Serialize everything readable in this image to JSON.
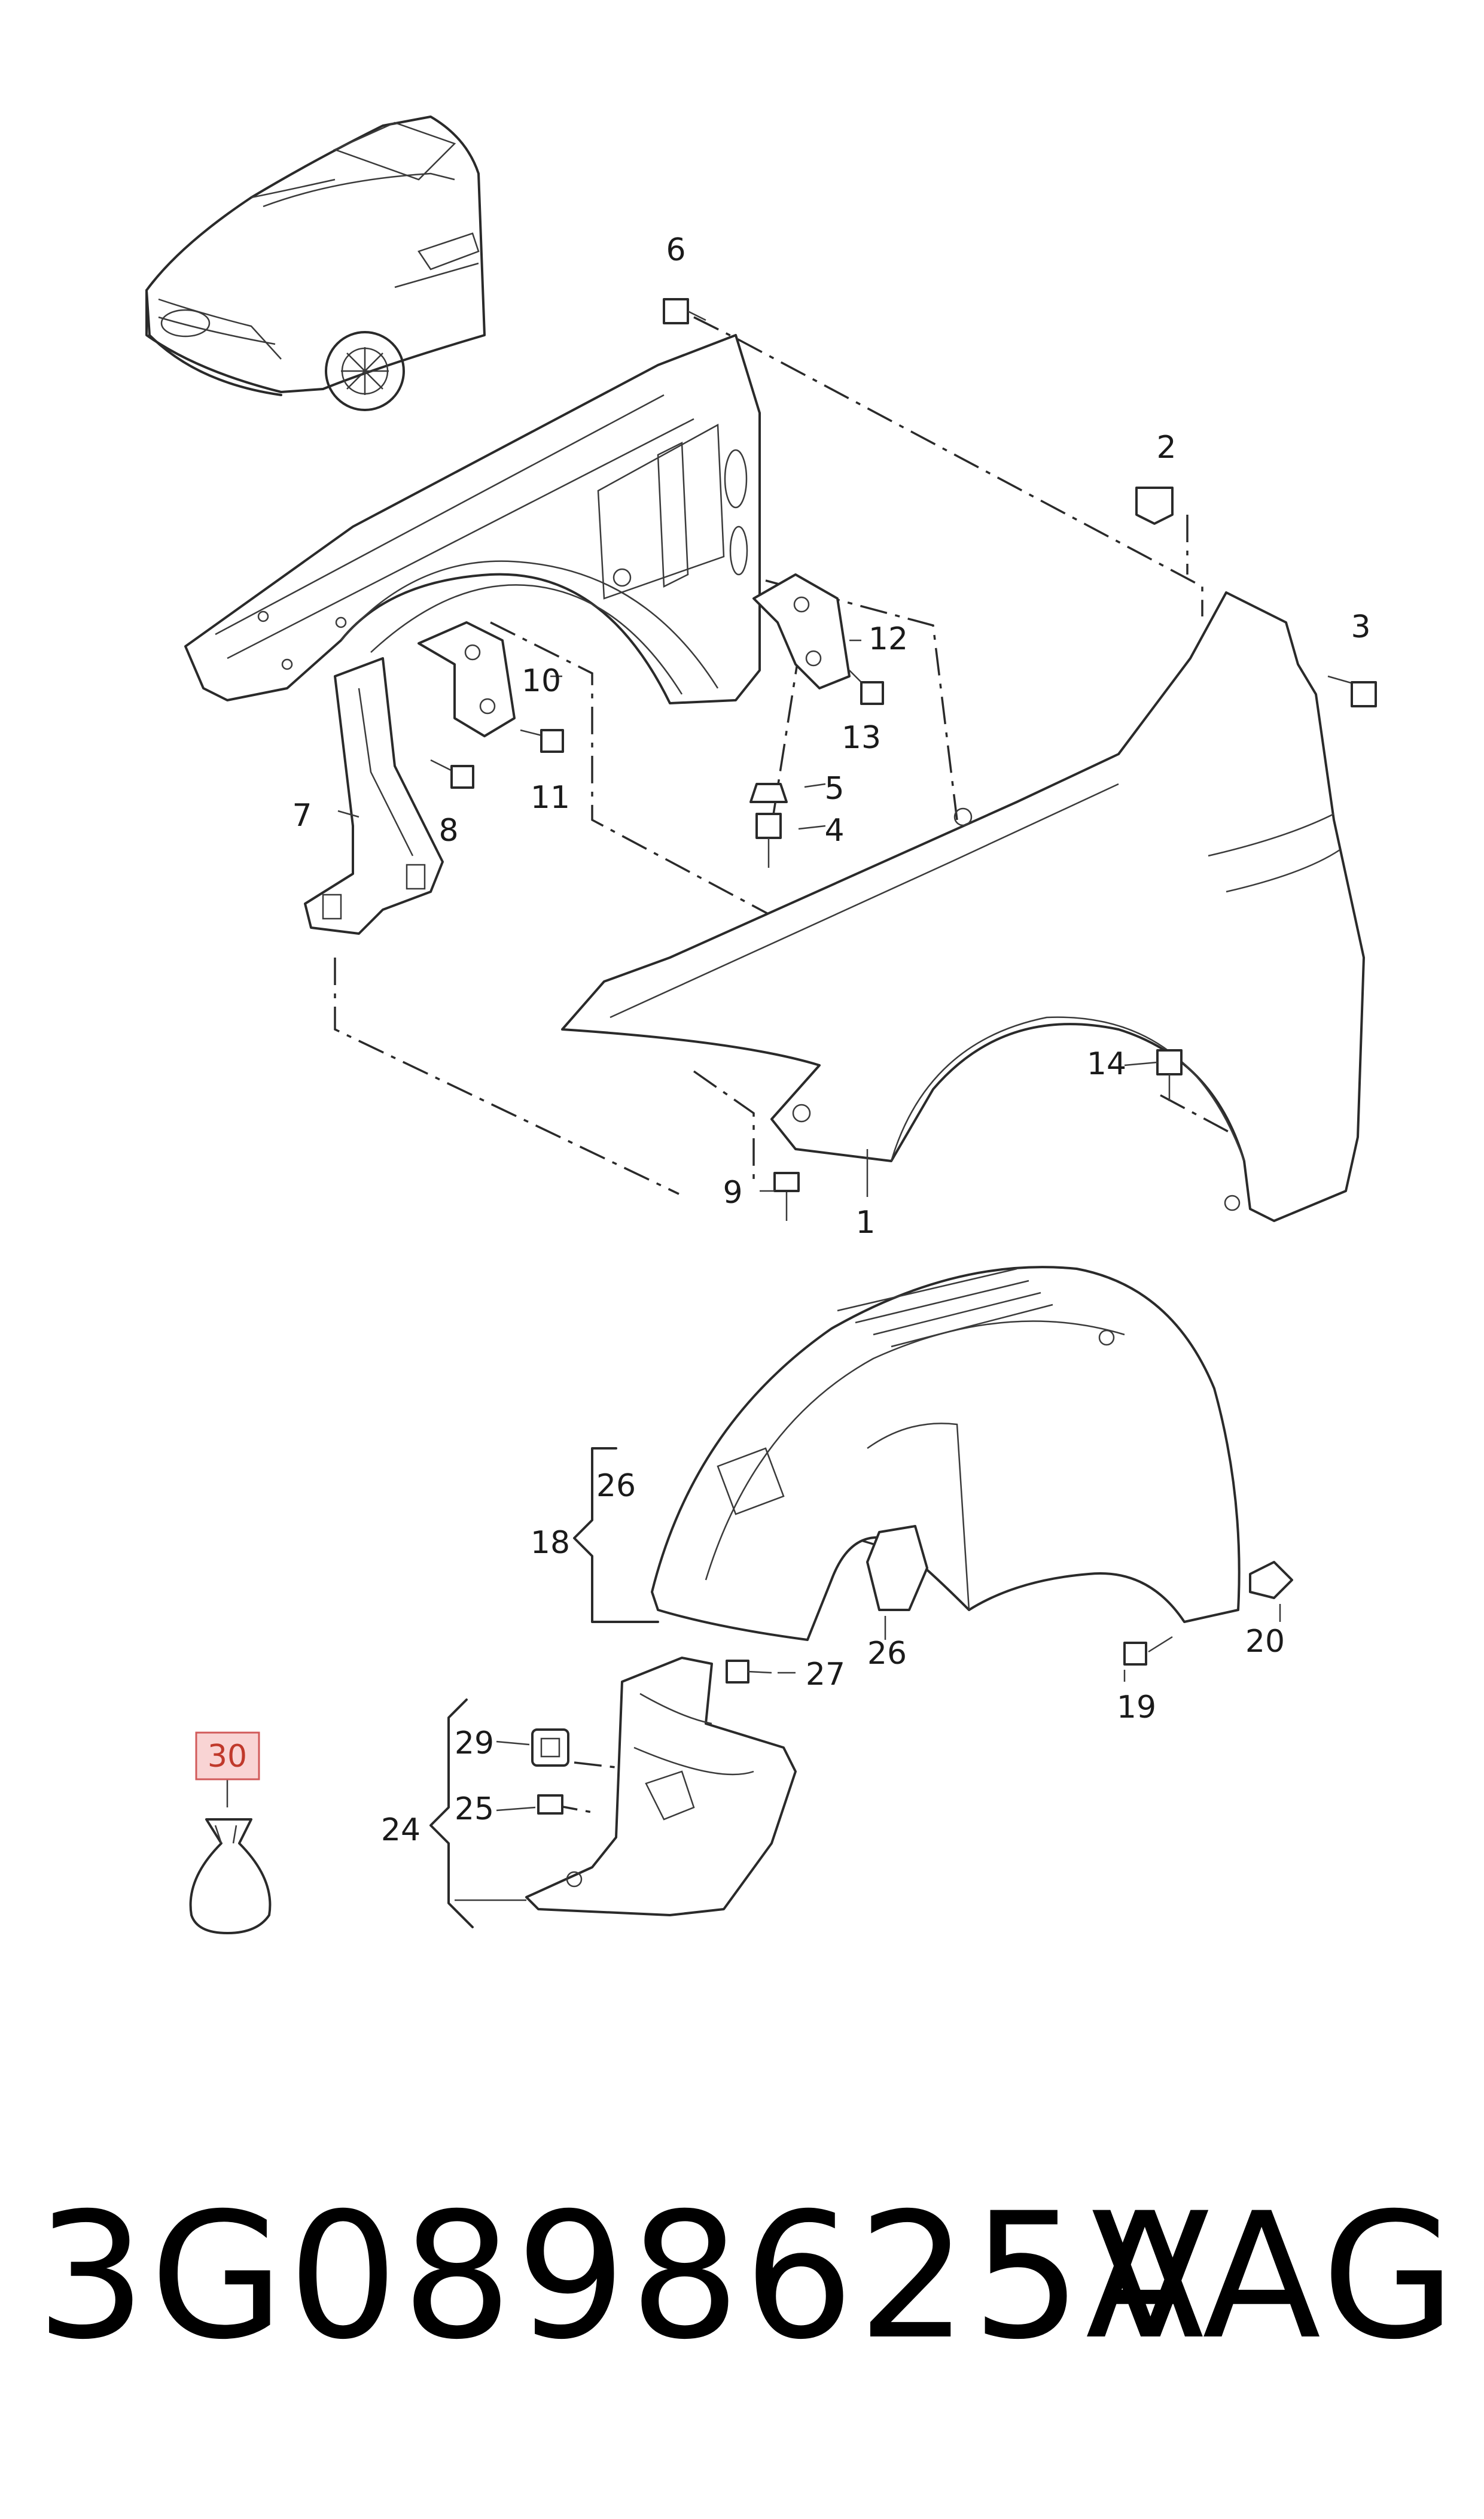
{
  "callouts": {
    "c1": "1",
    "c2": "2",
    "c3": "3",
    "c4": "4",
    "c5": "5",
    "c6": "6",
    "c7": "7",
    "c8": "8",
    "c9": "9",
    "c10": "10",
    "c11": "11",
    "c12": "12",
    "c13": "13",
    "c14": "14",
    "c18": "18",
    "c19": "19",
    "c20": "20",
    "c24": "24",
    "c25": "25",
    "c26a": "26",
    "c26b": "26",
    "c27": "27",
    "c29": "29",
    "c30": "30"
  },
  "highlighted_callout": "30",
  "highlight_color": "#f9d4d4",
  "footer": {
    "part_number": "3G0898625A",
    "brand": "VAG"
  }
}
